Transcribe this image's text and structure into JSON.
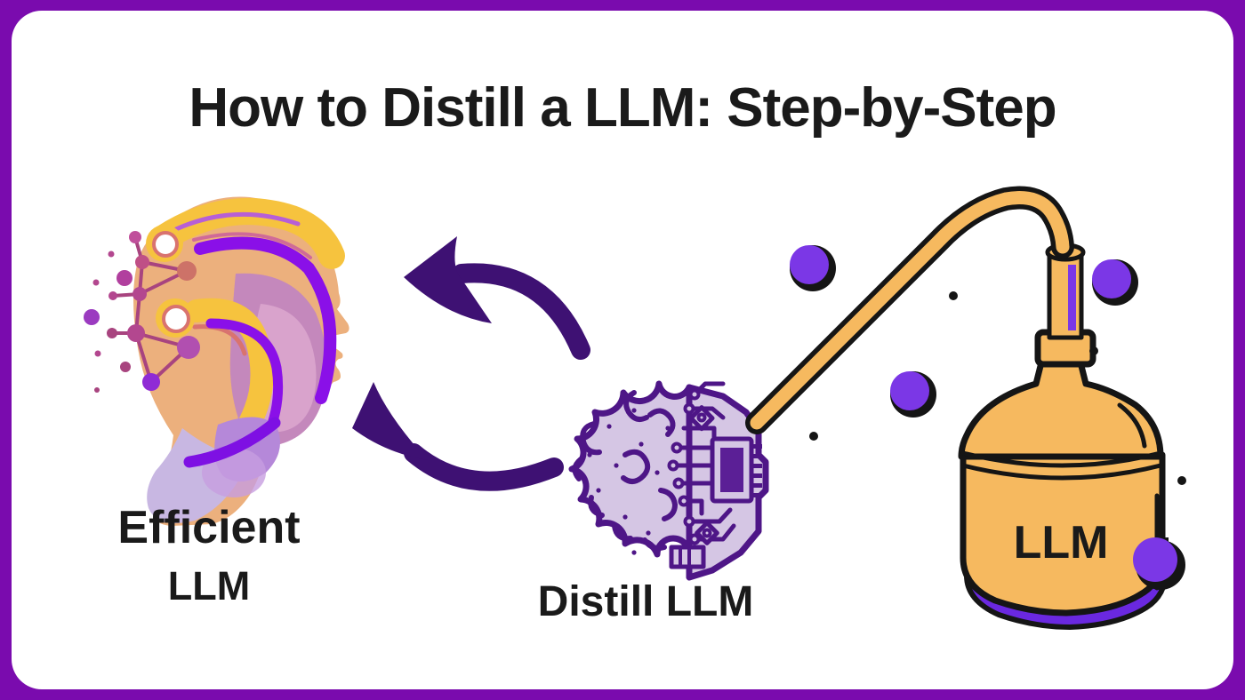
{
  "title": "How to Distill a LLM: Step-by-Step",
  "labels": {
    "efficient_line1": "Efficient",
    "efficient_line2": "LLM",
    "distill": "Distill LLM",
    "tank": "LLM"
  },
  "colors": {
    "border": "#7a0bae",
    "canvas": "#ffffff",
    "text": "#1a1a1a",
    "arrow": "#3e1173",
    "orange": "#f6b95f",
    "outline": "#151515",
    "accent_purple": "#7b37e6",
    "deep_purple": "#6a28e0",
    "brain_outline": "#4e1687",
    "brain_fill": "#d5c6e4",
    "head_tan": "#ecb07d",
    "head_yellow": "#f6c33e",
    "head_purple": "#8a10e8",
    "head_mauve": "#c488bc",
    "head_pink": "#d9a3cc",
    "head_lavender": "#c8b7e2",
    "head_violet": "#b588d9",
    "network": "#a8447f"
  }
}
